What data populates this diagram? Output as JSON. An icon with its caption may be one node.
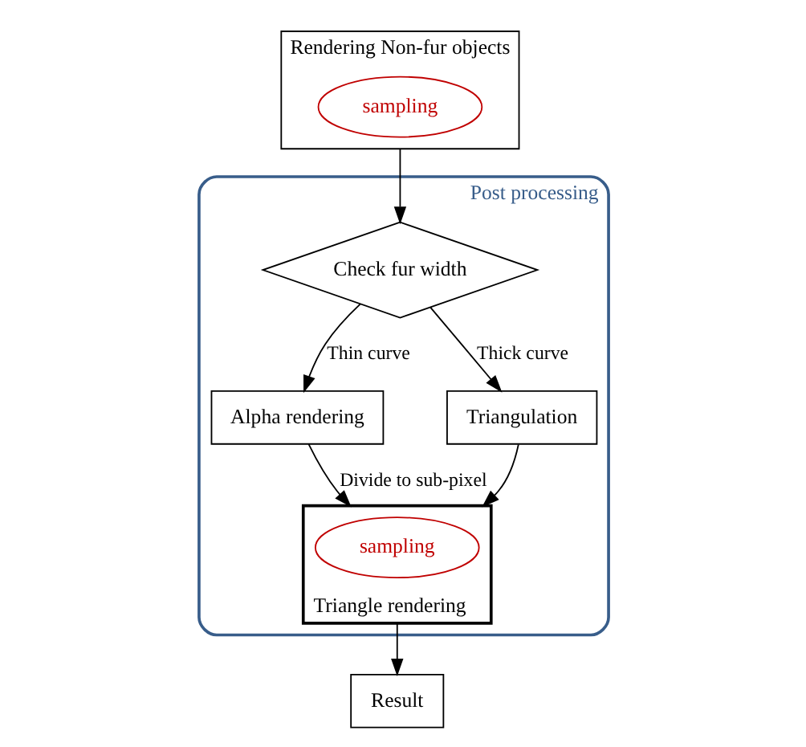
{
  "diagram": {
    "nodes": [
      {
        "text": [
          "Rendering Non-fur objects"
        ]
      },
      {
        "text": [
          "sampling"
        ],
        "in": 0
      },
      {
        "text": [
          "Post processing"
        ]
      },
      {
        "text": [
          "Check fur width"
        ],
        "in": 2
      },
      {
        "text": [
          "Alpha rendering"
        ],
        "in": 2
      },
      {
        "text": [
          "Triangulation"
        ],
        "in": 2
      },
      {
        "text": [
          "Triangle rendering"
        ],
        "in": 2
      },
      {
        "text": [
          "sampling"
        ],
        "in": 6
      },
      {
        "text": [
          "Result"
        ]
      }
    ],
    "edges": [
      {
        "from": 0,
        "to": 3,
        "arrow": "to"
      },
      {
        "from": 3,
        "to": 4,
        "arrow": "to",
        "label": "Thin curve"
      },
      {
        "from": 3,
        "to": 5,
        "arrow": "to",
        "label": "Thick curve"
      },
      {
        "from": 4,
        "to": 6,
        "arrow": "to",
        "label": "Divide to sub-pixel"
      },
      {
        "from": 5,
        "to": 6,
        "arrow": "to"
      },
      {
        "from": 6,
        "to": 8,
        "arrow": "to"
      }
    ]
  }
}
